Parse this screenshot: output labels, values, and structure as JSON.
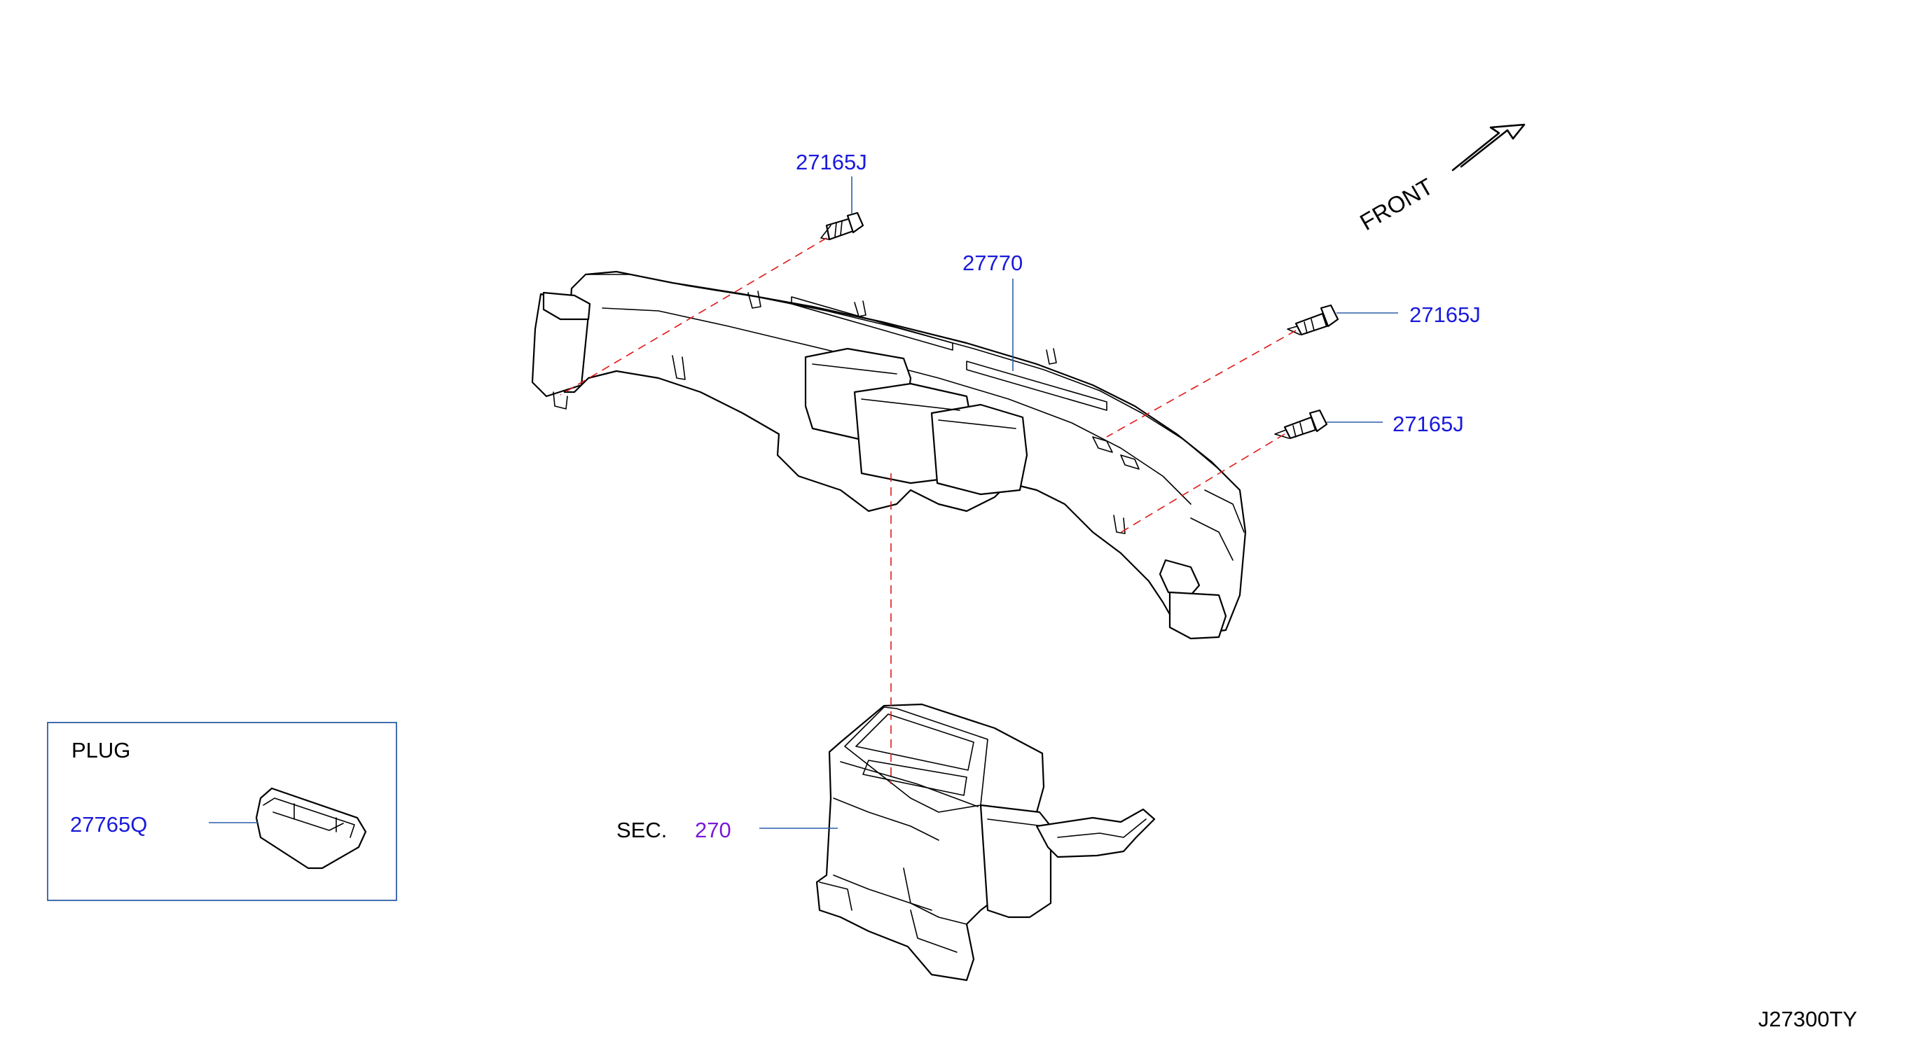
{
  "callouts": {
    "bolt_top": "27165J",
    "duct": "27770",
    "bolt_right_upper": "27165J",
    "bolt_right_lower": "27165J",
    "section_prefix": "SEC.",
    "section_ref": "270",
    "plug_title": "PLUG",
    "plug_part": "27765Q",
    "front": "FRONT",
    "diagram_id": "J27300TY"
  },
  "colors": {
    "part_number": "#1a1adc",
    "section_ref": "#7a1ad8",
    "leader_line": "#2b5ea8",
    "assembly_line": "#e01818"
  }
}
